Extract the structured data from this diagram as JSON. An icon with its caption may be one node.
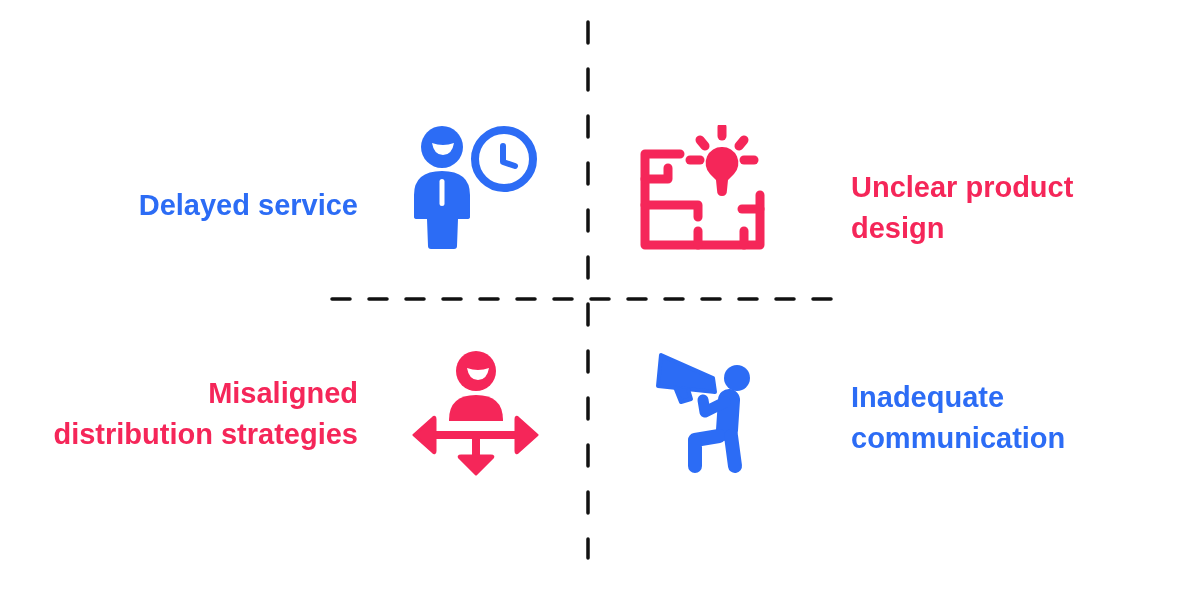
{
  "diagram": {
    "labels": [
      "Delayed service",
      "Unclear product design",
      "Misaligned distribution strategies",
      "Inadequate communication"
    ]
  }
}
